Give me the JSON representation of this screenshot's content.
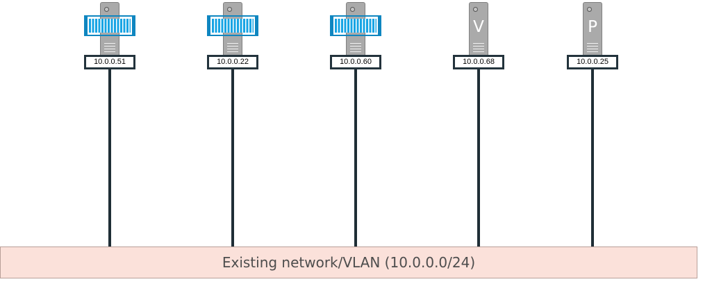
{
  "nodes": [
    {
      "ip": "10.0.0.51",
      "kind": "container",
      "letter": ""
    },
    {
      "ip": "10.0.0.22",
      "kind": "container",
      "letter": ""
    },
    {
      "ip": "10.0.0.60",
      "kind": "container",
      "letter": ""
    },
    {
      "ip": "10.0.0.68",
      "kind": "server",
      "letter": "V"
    },
    {
      "ip": "10.0.0.25",
      "kind": "server",
      "letter": "P"
    }
  ],
  "network": {
    "label": "Existing network/VLAN (10.0.0.0/24)"
  },
  "colors": {
    "container_blue": "#17a4e4",
    "server_gray": "#aaaaaa",
    "link_dark": "#1f2e36",
    "network_fill": "#fbe1da"
  },
  "icons": {
    "server": "server-icon",
    "container": "container-icon"
  }
}
